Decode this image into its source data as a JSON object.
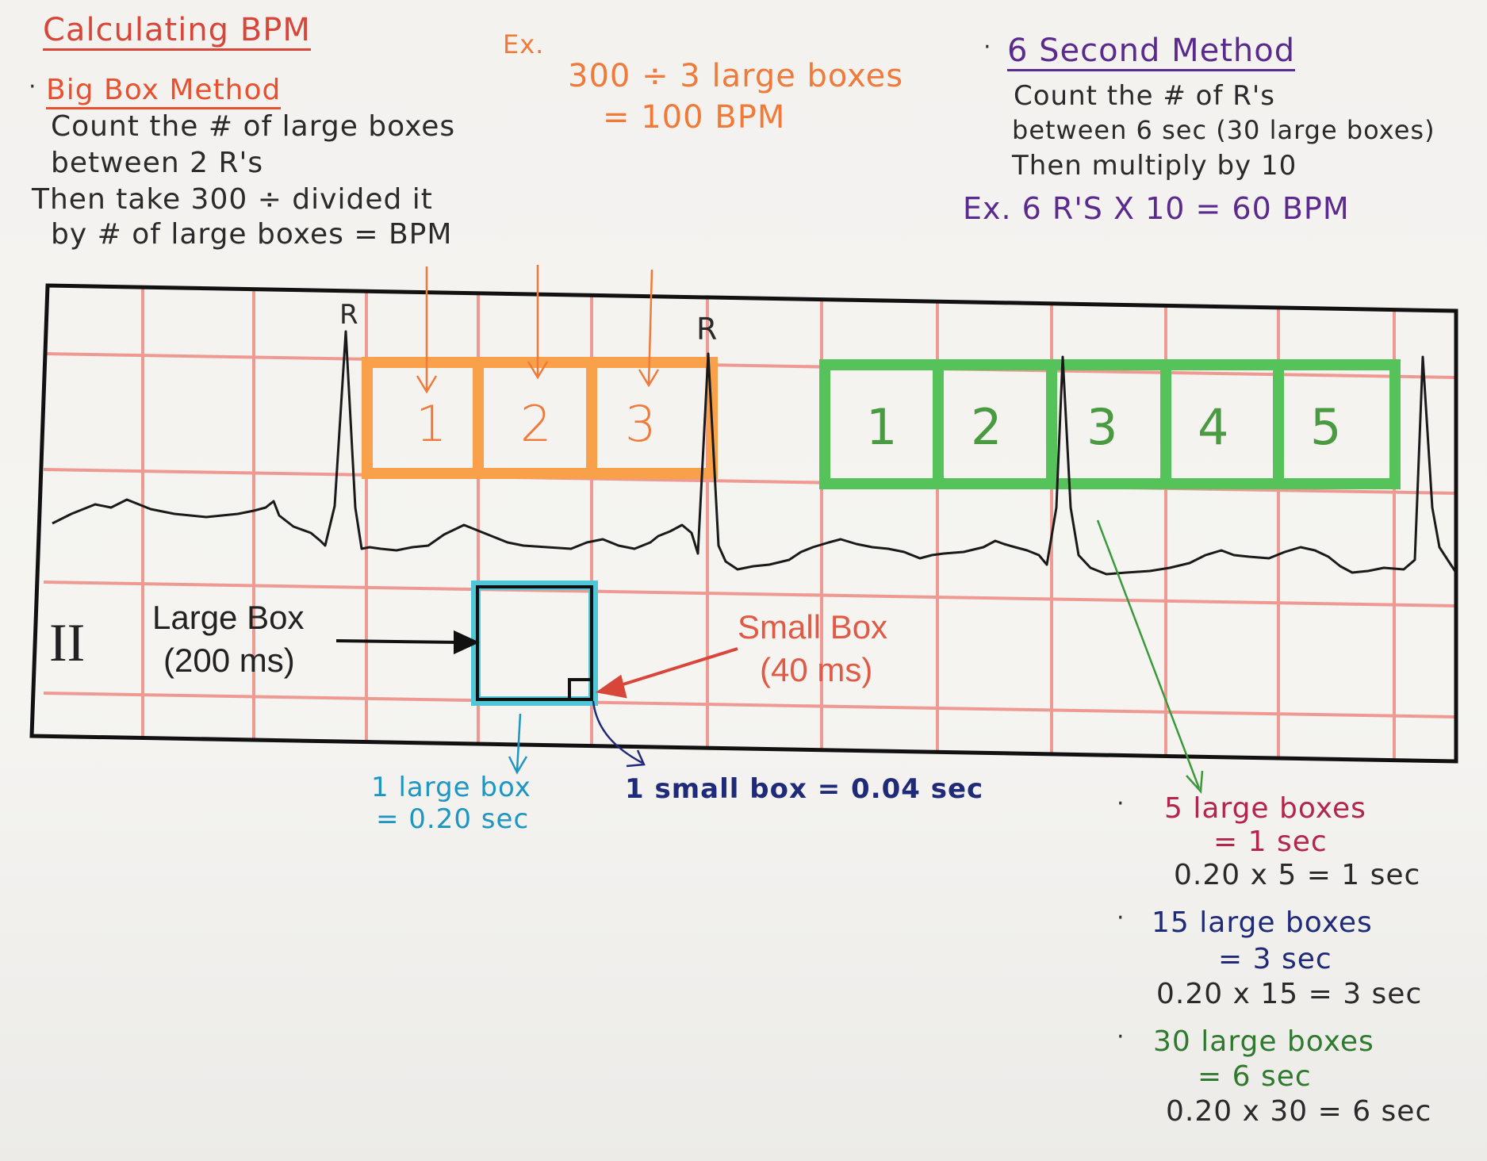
{
  "title": "Calculating BPM",
  "big_box": {
    "heading": "Big Box Method",
    "lines": [
      "Count the # of large boxes",
      "between 2 R's",
      "Then take 300 ÷ divided it",
      "by # of large boxes = BPM"
    ]
  },
  "example": {
    "label": "Ex.",
    "line1": "300 ÷ 3 large boxes",
    "line2": "= 100 BPM"
  },
  "six_second": {
    "heading": "6 Second Method",
    "lines": [
      "Count the # of R's",
      "between 6 sec (30 large boxes)",
      "Then multiply by 10"
    ],
    "example": "Ex. 6 R'S X 10 = 60 BPM"
  },
  "strip": {
    "lead": "II",
    "r_labels": [
      "R",
      "R"
    ],
    "orange_boxes": [
      "1",
      "2",
      "3"
    ],
    "green_boxes": [
      "1",
      "2",
      "3",
      "4",
      "5"
    ],
    "large_box_label": [
      "Large Box",
      "(200 ms)"
    ],
    "small_box_label": [
      "Small Box",
      "(40 ms)"
    ]
  },
  "bottom": {
    "large_box_eq": [
      "1 large box",
      "= 0.20 sec"
    ],
    "small_box_eq": "1 small box = 0.04 sec"
  },
  "notes": [
    {
      "a": "5 large boxes",
      "b": "= 1 sec",
      "c": "0.20 x 5 = 1 sec",
      "color": "#b3254a"
    },
    {
      "a": "15 large boxes",
      "b": "= 3 sec",
      "c": "0.20 x 15 = 3 sec",
      "color": "#1f2a78"
    },
    {
      "a": "30 large boxes",
      "b": "= 6 sec",
      "c": "0.20 x 30 = 6 sec",
      "color": "#2f7a2f"
    }
  ],
  "colors": {
    "grid": "#ee9a93",
    "orange": "#f8a04a",
    "green": "#55c25a",
    "teal": "#4fc7d8",
    "trace": "#1a1a1a"
  }
}
